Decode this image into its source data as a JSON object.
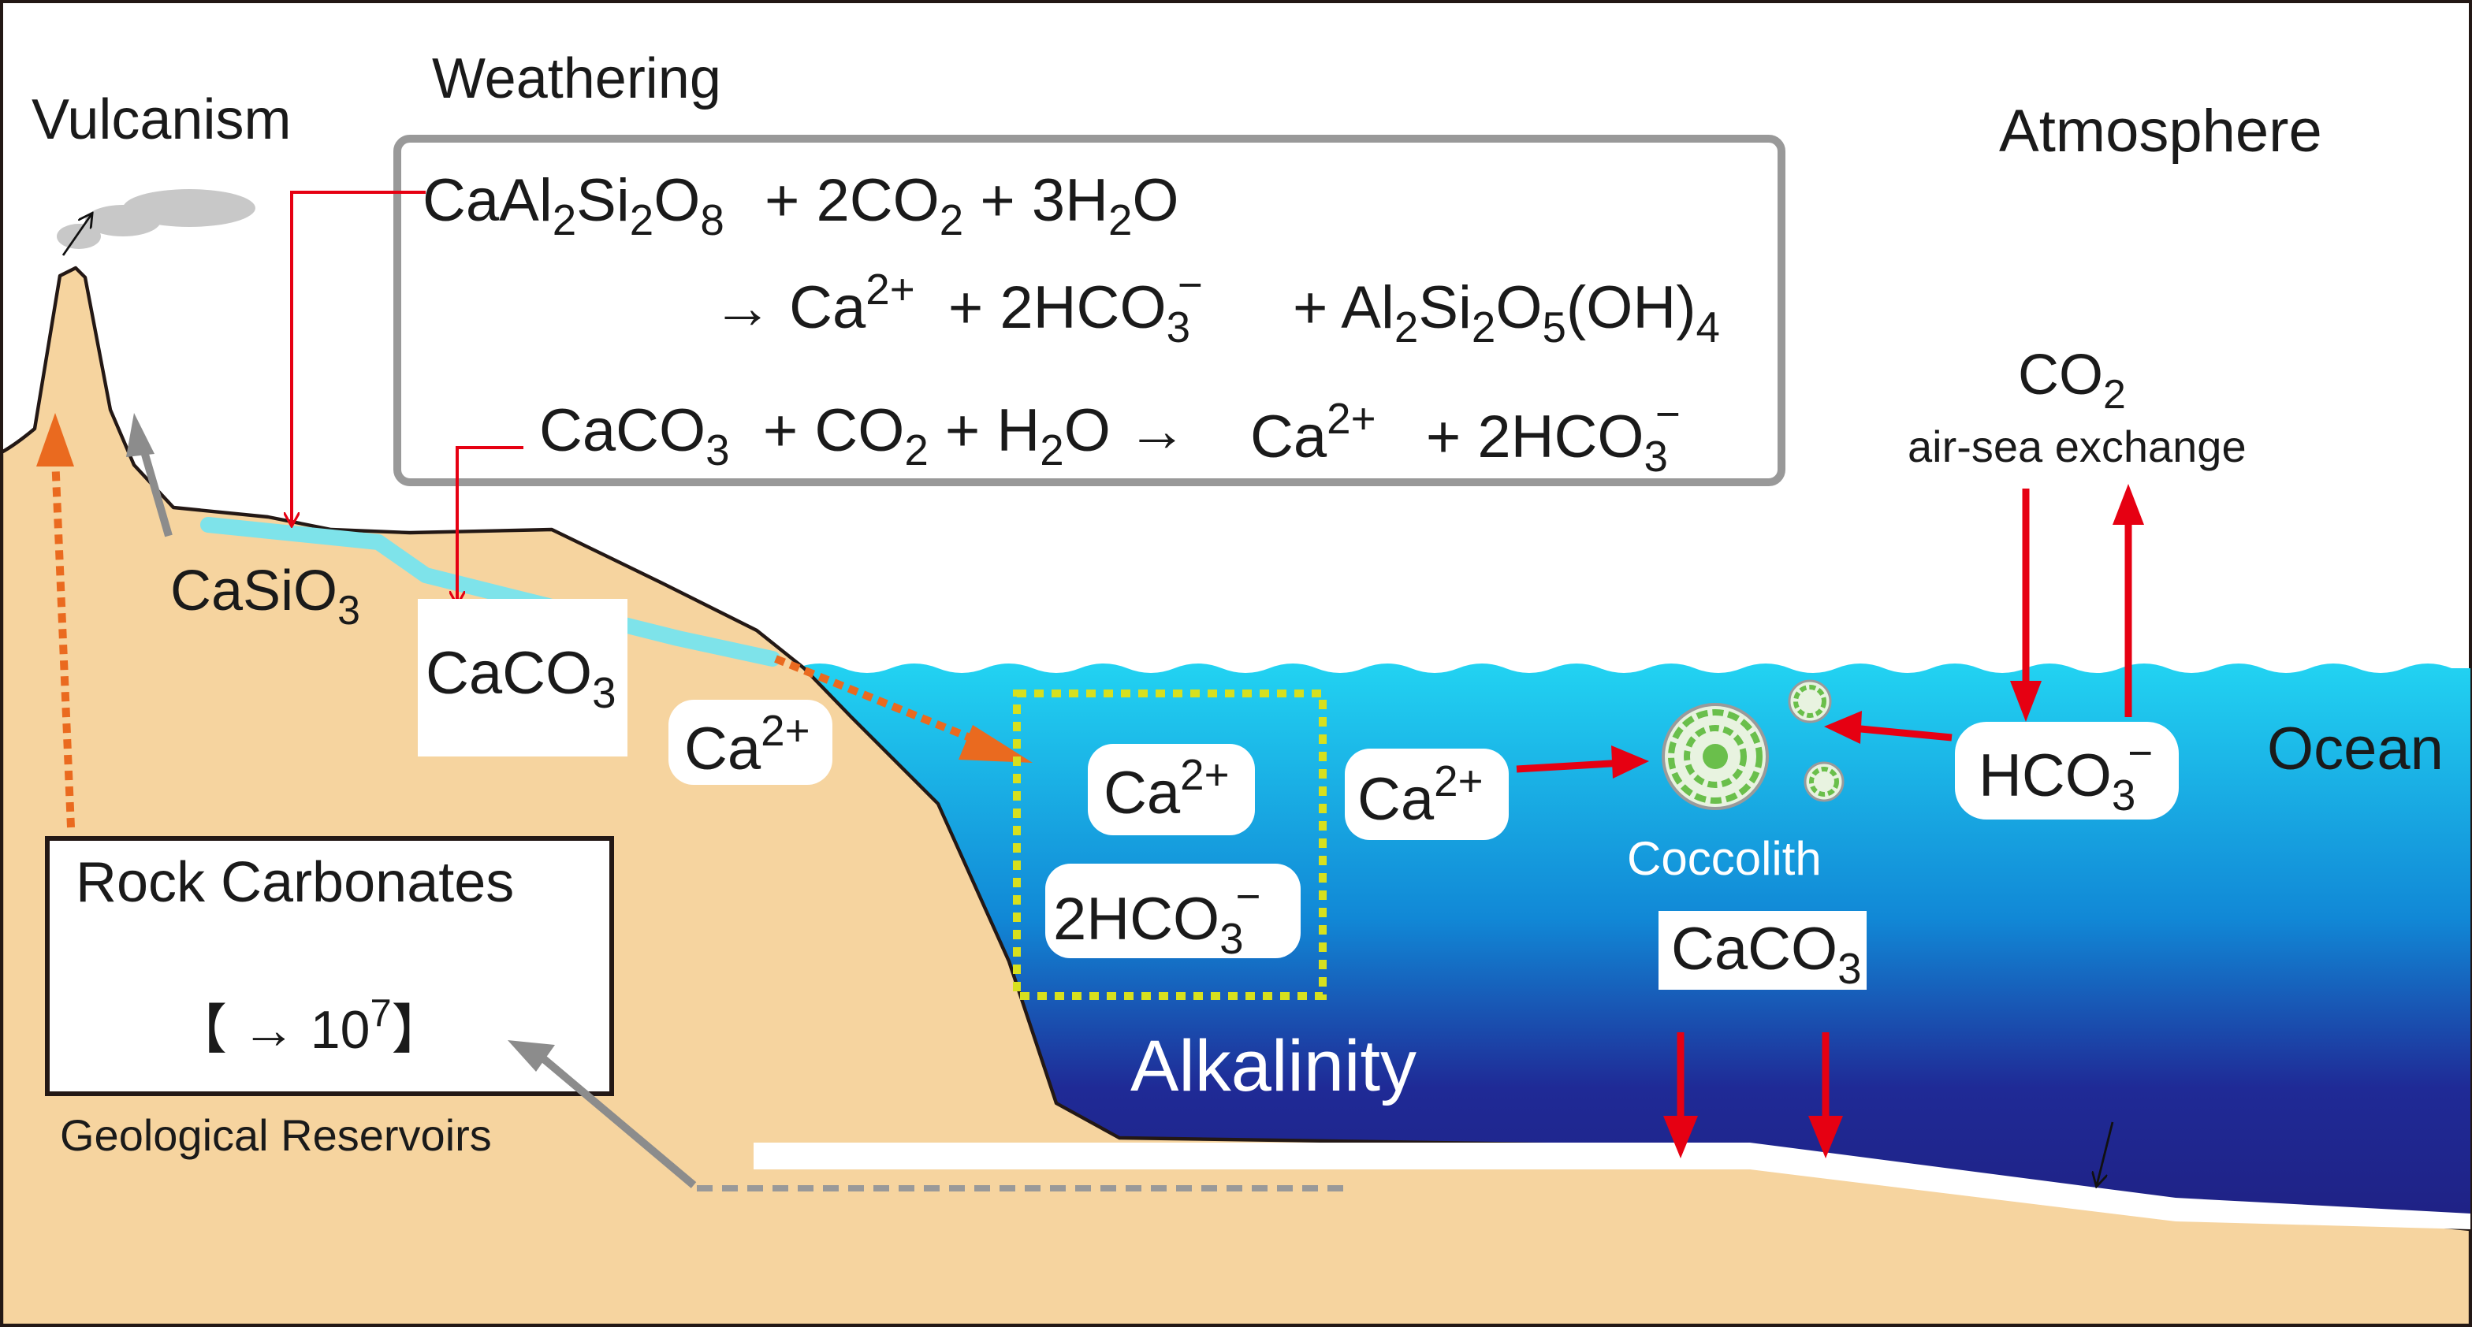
{
  "labels": {
    "vulcanism": "Vulcanism",
    "weathering": "Weathering",
    "atmosphere": "Atmosphere",
    "ocean": "Ocean",
    "alkalinity": "Alkalinity",
    "coccolith": "Coccolith",
    "geological_reservoirs": "Geological Reservoirs",
    "rock_carbonates": "Rock Carbonates",
    "co2_exchange_title": "CO",
    "co2_exchange_sub": "2",
    "co2_exchange_caption": "air-sea exchange"
  },
  "reactions": {
    "r1_mineral": [
      "CaAl",
      "2",
      "Si",
      "2",
      "O",
      "8"
    ],
    "r1_reactants": [
      "+ 2CO",
      "2",
      " + 3H",
      "2",
      "O"
    ],
    "r1_products_a": [
      "→ Ca",
      "2+",
      "  + 2HCO",
      "3",
      "−"
    ],
    "r1_products_b": [
      "+ Al",
      "2",
      "Si",
      "2",
      "O",
      "5",
      "(OH)",
      "4"
    ],
    "r2_left": [
      "CaCO",
      "3",
      "  + CO",
      "2",
      " + H",
      "2",
      "O →"
    ],
    "r2_right": [
      "Ca",
      "2+",
      "   + 2HCO",
      "3",
      "−"
    ]
  },
  "species": {
    "casio3": [
      "CaSiO",
      "3"
    ],
    "caco3_land": [
      "CaCO",
      "3"
    ],
    "ca_shore": [
      "Ca",
      "2+"
    ],
    "ca_box": [
      "Ca",
      "2+"
    ],
    "hco3_box": [
      "2HCO",
      "3",
      "−"
    ],
    "ca_ocean": [
      "Ca",
      "2+"
    ],
    "hco3_ocean": [
      "HCO",
      "3",
      "−"
    ],
    "caco3_ocean": [
      "CaCO",
      "3"
    ]
  },
  "reservoir": {
    "bracket_open": "【",
    "arrow_value": " → 10",
    "exponent": "7",
    "bracket_close": "】"
  },
  "colors": {
    "land": "#f6d49f",
    "ocean_deep": "#1f2184",
    "ocean_surface": "#11b7ea",
    "river": "#7ee3ea",
    "red_arrow": "#e60012",
    "orange_dotted": "#ea6a1f",
    "gray_arrow": "#8c8c8c",
    "yellow_dotted": "#d7e01e",
    "coccolith": "#6abf4b"
  }
}
